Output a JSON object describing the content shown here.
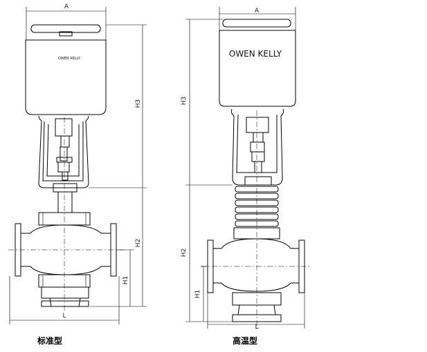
{
  "left": {
    "label_A": "A",
    "label_H3": "H3",
    "label_H2": "H2",
    "label_H1": "H1",
    "label_L": "L",
    "logo": "OWEN KELLY",
    "caption": "标准型"
  },
  "right": {
    "label_A": "A",
    "label_H3": "H3",
    "label_H2": "H2",
    "label_H1": "H1",
    "label_L": "L",
    "logo": "OWEN KELLY",
    "caption": "高温型"
  },
  "colors": {
    "line": "#000000",
    "dim": "#222222",
    "fill": "#ffffff"
  }
}
